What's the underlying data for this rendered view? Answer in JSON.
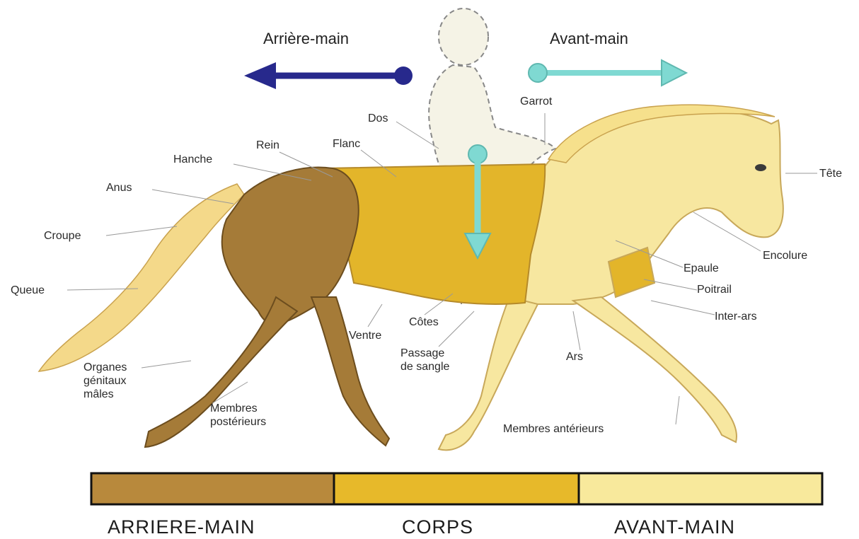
{
  "direction_labels": {
    "hind": "Arrière-main",
    "fore": "Avant-main"
  },
  "parts": {
    "garrot": "Garrot",
    "dos": "Dos",
    "rein": "Rein",
    "flanc": "Flanc",
    "hanche": "Hanche",
    "anus": "Anus",
    "croupe": "Croupe",
    "queue": "Queue",
    "tete": "Tête",
    "encolure": "Encolure",
    "epaule": "Epaule",
    "poitrail": "Poitrail",
    "inter_ars": "Inter-ars",
    "cotes": "Côtes",
    "ventre": "Ventre",
    "passage_sangle": "Passage\nde sangle",
    "ars": "Ars",
    "organes": "Organes\ngénitaux\nmâles",
    "membres_post": "Membres\npostérieurs",
    "membres_ant": "Membres antérieurs"
  },
  "legend": [
    {
      "label": "ARRIERE-MAIN",
      "color": "#b8893c"
    },
    {
      "label": "CORPS",
      "color": "#e7b92a"
    },
    {
      "label": "AVANT-MAIN",
      "color": "#f8e99c"
    }
  ],
  "colors": {
    "hind_arrow": "#27298c",
    "fore_arrow": "#7fd9d2",
    "hind_body": "#a57b38",
    "corps_body": "#e3b52a",
    "fore_body": "#f7e7a0"
  }
}
